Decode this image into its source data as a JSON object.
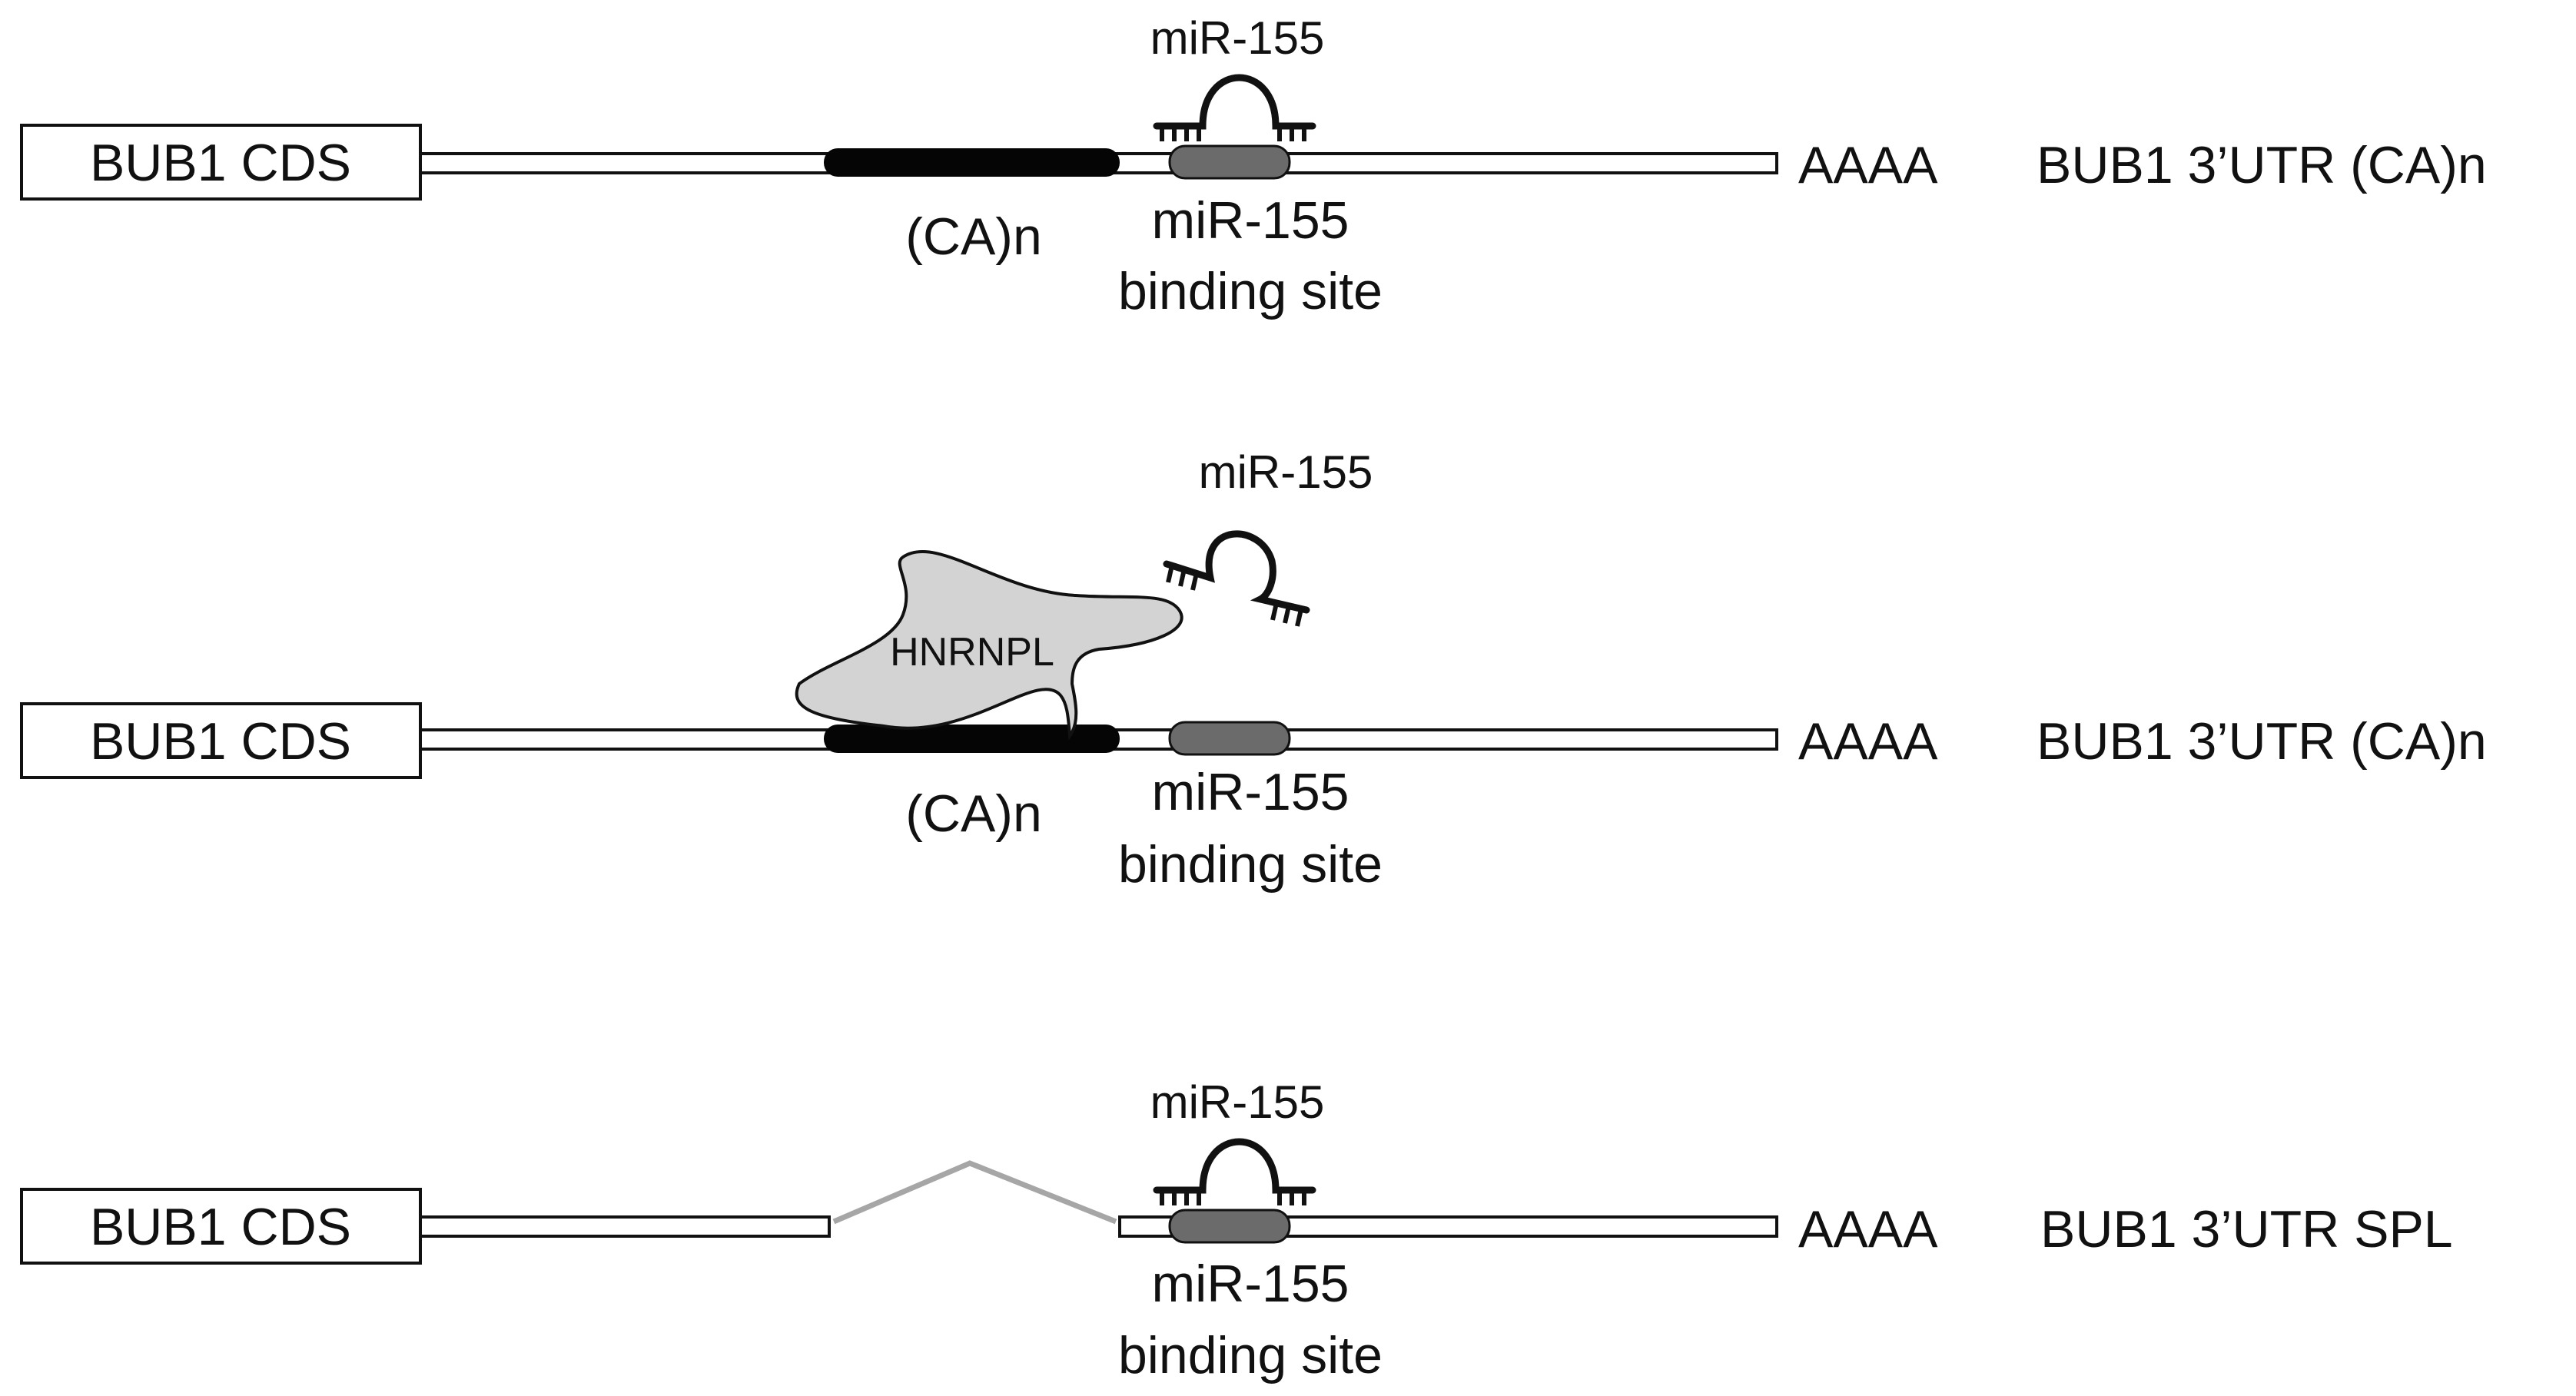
{
  "colors": {
    "background": "#ffffff",
    "stroke": "#111111",
    "ca_repeat": "#050505",
    "binding_site": "#6b6b6b",
    "protein_fill": "#d3d3d3",
    "spliced_intron": "#a6a6a6"
  },
  "panels": [
    {
      "cds_label": "BUB1 CDS",
      "polya_label": "AAAA",
      "construct_label": "BUB1 3’UTR (CA)n",
      "ca_label": "(CA)n",
      "mirna_label": "miR-155",
      "site_label_line1": "miR-155",
      "site_label_line2": "binding site",
      "mirna_state": "bound"
    },
    {
      "cds_label": "BUB1 CDS",
      "polya_label": "AAAA",
      "construct_label": "BUB1 3’UTR (CA)n",
      "ca_label": "(CA)n",
      "protein_label": "HNRNPL",
      "mirna_label": "miR-155",
      "site_label_line1": "miR-155",
      "site_label_line2": "binding site",
      "mirna_state": "displaced"
    },
    {
      "cds_label": "BUB1 CDS",
      "polya_label": "AAAA",
      "construct_label": "BUB1 3’UTR SPL",
      "mirna_label": "miR-155",
      "site_label_line1": "miR-155",
      "site_label_line2": "binding site",
      "mirna_state": "bound",
      "ca_region": "spliced out"
    }
  ]
}
